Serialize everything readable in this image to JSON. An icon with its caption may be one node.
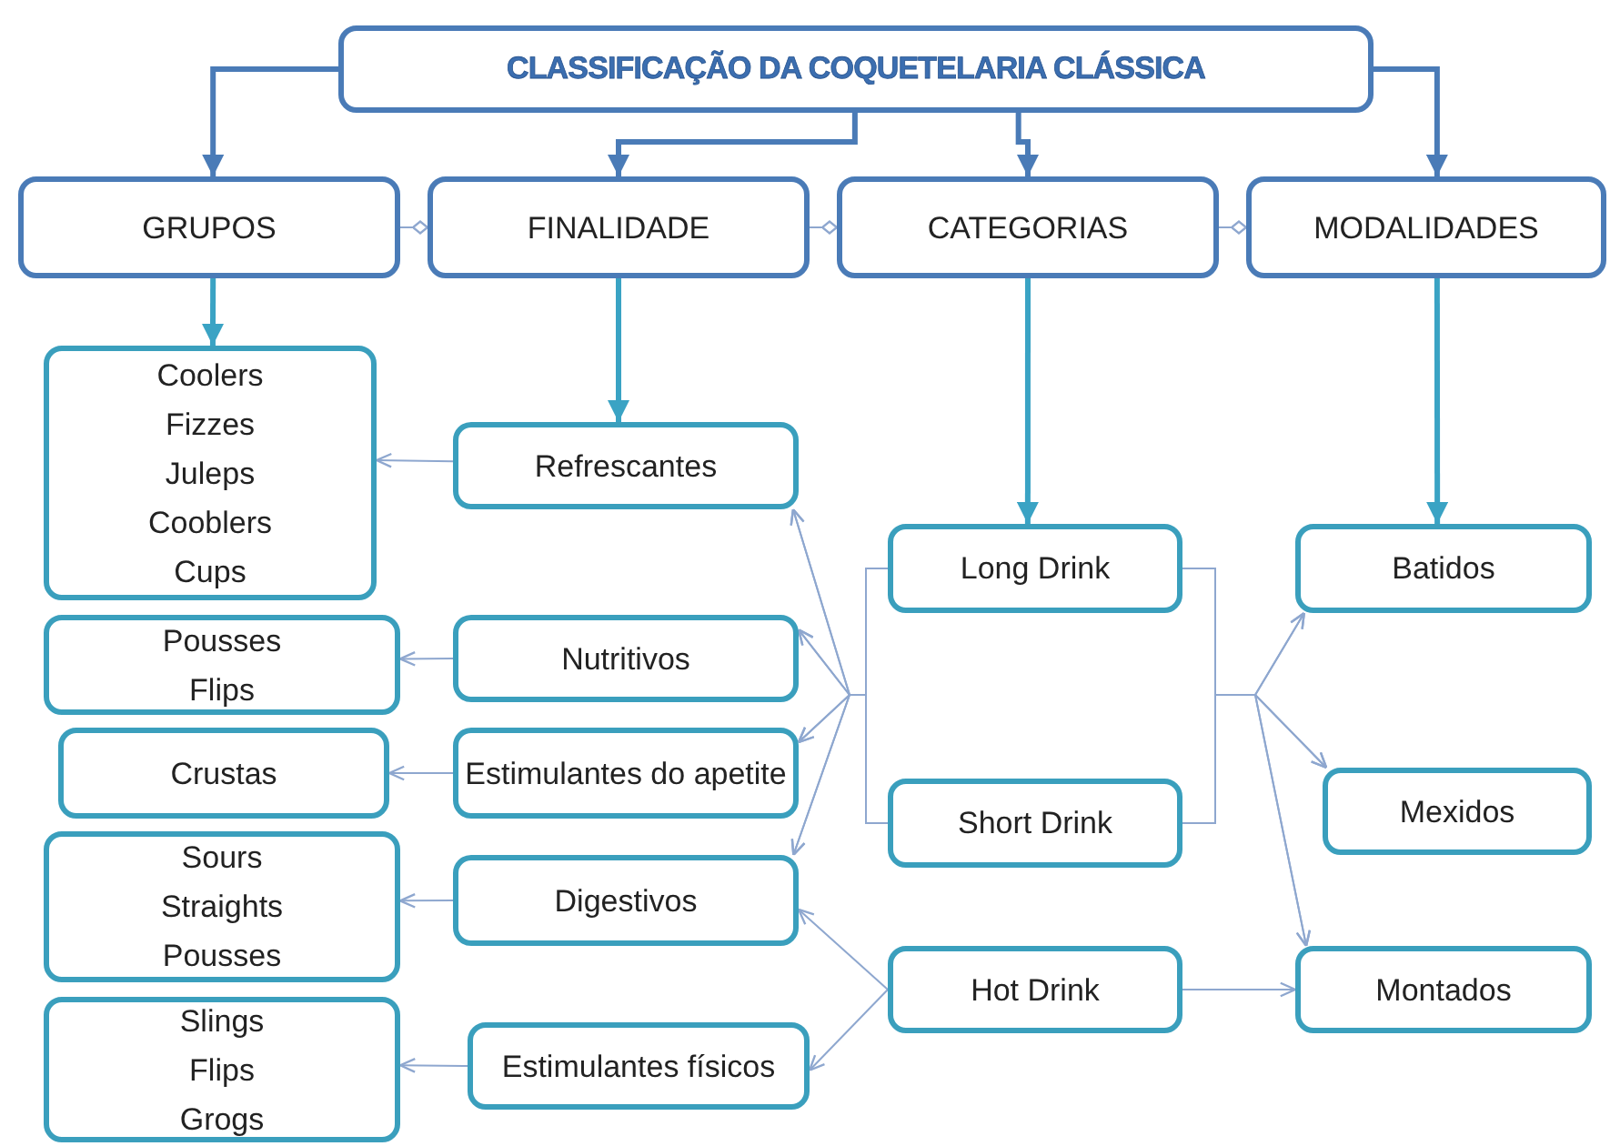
{
  "diagram": {
    "nodes": [
      {
        "text": [
          "CLASSIFICAÇÃO DA COQUETELARIA CLÁSSICA"
        ]
      },
      {
        "text": [
          "GRUPOS"
        ]
      },
      {
        "text": [
          "FINALIDADE"
        ]
      },
      {
        "text": [
          "CATEGORIAS"
        ]
      },
      {
        "text": [
          "MODALIDADES"
        ]
      },
      {
        "text": [
          "Coolers",
          "Fizzes",
          "Juleps",
          "Cooblers",
          "Cups"
        ]
      },
      {
        "text": [
          "Pousses",
          "Flips"
        ]
      },
      {
        "text": [
          "Crustas"
        ]
      },
      {
        "text": [
          "Sours",
          "Straights",
          "Pousses"
        ]
      },
      {
        "text": [
          "Slings",
          "Flips",
          "Grogs"
        ]
      },
      {
        "text": [
          "Refrescantes"
        ]
      },
      {
        "text": [
          "Nutritivos"
        ]
      },
      {
        "text": [
          "Estimulantes do apetite"
        ]
      },
      {
        "text": [
          "Digestivos"
        ]
      },
      {
        "text": [
          "Estimulantes físicos"
        ]
      },
      {
        "text": [
          "Long Drink"
        ]
      },
      {
        "text": [
          "Short Drink"
        ]
      },
      {
        "text": [
          "Hot Drink"
        ]
      },
      {
        "text": [
          "Batidos"
        ]
      },
      {
        "text": [
          "Mexidos"
        ]
      },
      {
        "text": [
          "Montados"
        ]
      }
    ],
    "edges": [
      {
        "from": 0,
        "to": 1,
        "arrow": "to",
        "style": "thick",
        "color": "#4a7bb7"
      },
      {
        "from": 0,
        "to": 2,
        "arrow": "to",
        "style": "thick",
        "color": "#4a7bb7"
      },
      {
        "from": 0,
        "to": 3,
        "arrow": "to",
        "style": "thick",
        "color": "#4a7bb7"
      },
      {
        "from": 0,
        "to": 4,
        "arrow": "to",
        "style": "thick",
        "color": "#4a7bb7"
      },
      {
        "from": 1,
        "to": 2,
        "arrow": "other"
      },
      {
        "from": 2,
        "to": 3,
        "arrow": "other"
      },
      {
        "from": 3,
        "to": 4,
        "arrow": "other"
      },
      {
        "from": 1,
        "to": 5,
        "arrow": "to",
        "style": "thick",
        "color": "#3aa3c4"
      },
      {
        "from": 2,
        "to": 10,
        "arrow": "to",
        "style": "thick",
        "color": "#3aa3c4"
      },
      {
        "from": 3,
        "to": 15,
        "arrow": "to",
        "style": "thick",
        "color": "#3aa3c4"
      },
      {
        "from": 4,
        "to": 18,
        "arrow": "to",
        "style": "thick",
        "color": "#3aa3c4"
      },
      {
        "from": 10,
        "to": 5,
        "arrow": "to"
      },
      {
        "from": 11,
        "to": 6,
        "arrow": "to"
      },
      {
        "from": 12,
        "to": 7,
        "arrow": "to"
      },
      {
        "from": 13,
        "to": 8,
        "arrow": "to"
      },
      {
        "from": 14,
        "to": 9,
        "arrow": "to"
      },
      {
        "from": 15,
        "to": 10,
        "arrow": "to"
      },
      {
        "from": 15,
        "to": 11,
        "arrow": "to"
      },
      {
        "from": 15,
        "to": 12,
        "arrow": "to"
      },
      {
        "from": 15,
        "to": 13,
        "arrow": "to"
      },
      {
        "from": 16,
        "to": 10,
        "arrow": "to"
      },
      {
        "from": 16,
        "to": 11,
        "arrow": "to"
      },
      {
        "from": 16,
        "to": 12,
        "arrow": "to"
      },
      {
        "from": 16,
        "to": 13,
        "arrow": "to"
      },
      {
        "from": 15,
        "to": 18,
        "arrow": "to"
      },
      {
        "from": 15,
        "to": 19,
        "arrow": "to"
      },
      {
        "from": 15,
        "to": 20,
        "arrow": "to"
      },
      {
        "from": 16,
        "to": 18,
        "arrow": "to"
      },
      {
        "from": 16,
        "to": 19,
        "arrow": "to"
      },
      {
        "from": 16,
        "to": 20,
        "arrow": "to"
      },
      {
        "from": 17,
        "to": 13,
        "arrow": "to"
      },
      {
        "from": 17,
        "to": 14,
        "arrow": "to"
      },
      {
        "from": 17,
        "to": 20,
        "arrow": "to"
      }
    ]
  }
}
